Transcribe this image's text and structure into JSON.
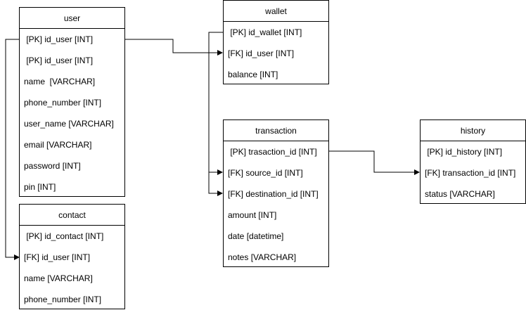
{
  "entities": {
    "user": {
      "title": "user",
      "fields": [
        " [PK] id_user [INT]",
        " [PK] id_user [INT]",
        "name  [VARCHAR]",
        "phone_number [INT]",
        "user_name [VARCHAR]",
        "email [VARCHAR]",
        "password [INT]",
        "pin [INT]"
      ]
    },
    "contact": {
      "title": "contact",
      "fields": [
        " [PK] id_contact [INT]",
        "[FK] id_user [INT]",
        "name [VARCHAR]",
        "phone_number [INT]"
      ]
    },
    "wallet": {
      "title": "wallet",
      "fields": [
        " [PK] id_wallet [INT]",
        "[FK] id_user [INT]",
        "balance [INT]"
      ]
    },
    "transaction": {
      "title": "transaction",
      "fields": [
        " [PK] trasaction_id [INT]",
        "[FK] source_id [INT]",
        "[FK] destination_id [INT]",
        "amount [INT]",
        "date [datetime]",
        "notes [VARCHAR]"
      ]
    },
    "history": {
      "title": "history",
      "fields": [
        " [PK] id_history [INT]",
        "[FK] transaction_id [INT]",
        "status [VARCHAR]"
      ]
    }
  },
  "colors": {
    "border": "#000000",
    "background": "#ffffff",
    "text": "#000000"
  }
}
